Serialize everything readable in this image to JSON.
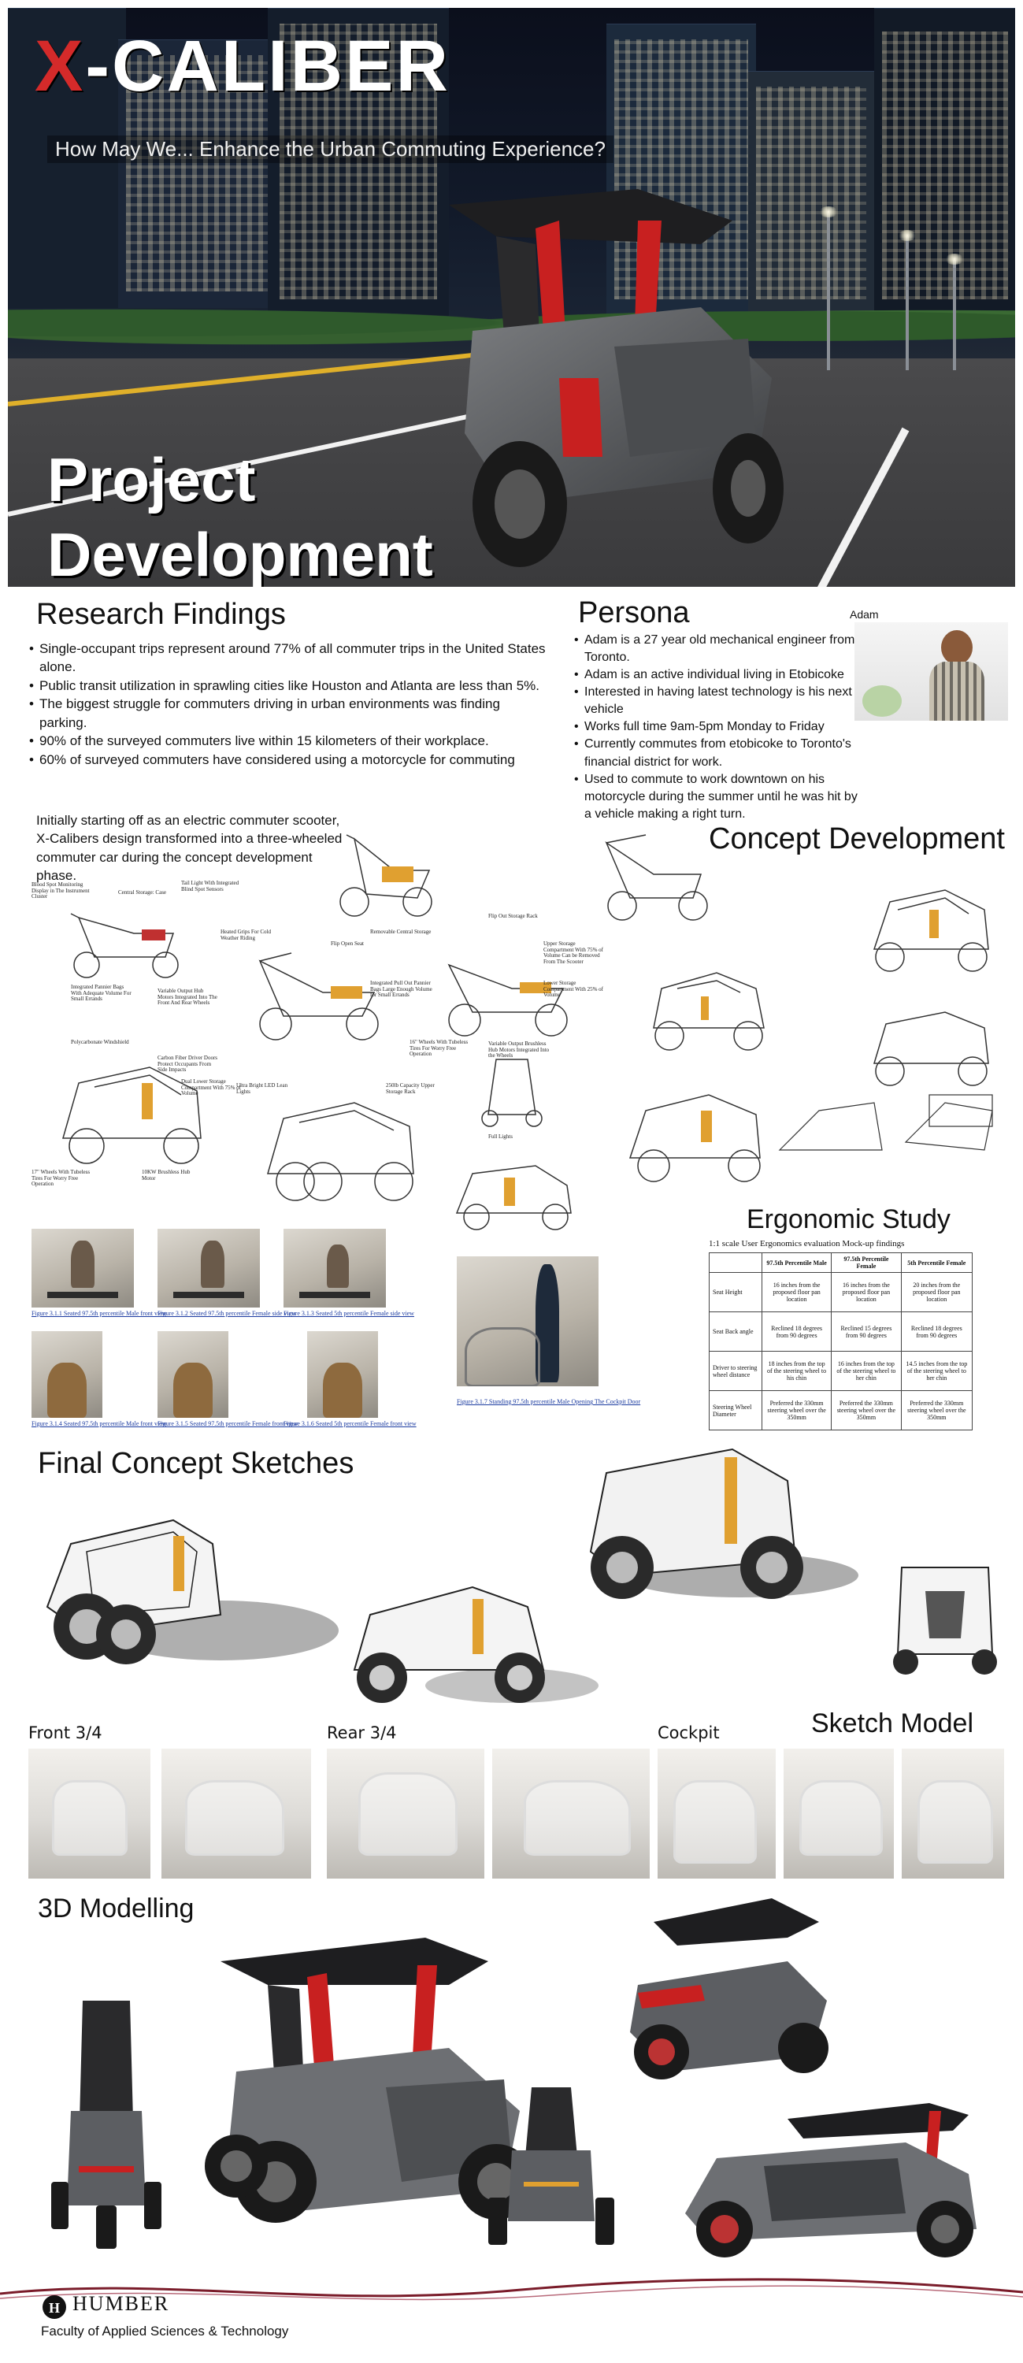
{
  "hero": {
    "title_x": "X",
    "title_rest": "-CALIBER",
    "tagline": "How May We... Enhance the Urban Commuting  Experience?",
    "project_line1": "Project",
    "project_line2": "Development"
  },
  "research": {
    "heading": "Research Findings",
    "bullets": [
      "Single-occupant trips represent around 77% of all commuter trips in the United States alone.",
      "Public transit utilization in sprawling cities like Houston and Atlanta are less than 5%.",
      "The biggest struggle for commuters driving in urban environments was finding parking.",
      "90% of the surveyed commuters live within 15 kilometers of their workplace.",
      "60% of surveyed commuters have considered using a motorcycle for commuting"
    ],
    "summary": "Initially starting off as an electric commuter scooter, X-Calibers design transformed into a three-wheeled commuter car during the concept development phase."
  },
  "persona": {
    "heading": "Persona",
    "name": "Adam",
    "bullets": [
      "Adam is a 27 year old mechanical engineer from Toronto.",
      "Adam is an active individual living in Etobicoke",
      "Interested in having latest technology is his next vehicle",
      "Works full time 9am-5pm Monday to Friday",
      "Currently commutes from etobicoke to Toronto's financial district for work.",
      "Used to commute to work downtown on his motorcycle during the summer until he was hit by a vehicle making a right turn."
    ]
  },
  "concept": {
    "heading": "Concept Development",
    "notes": [
      "Blood Spot Monitoring Display in The Instrument Cluster",
      "Tail Light With Integrated Blind Spot Sensors",
      "Central Storage: Case",
      "Integrated Pannier Bags With Adequate Volume For Small Errands",
      "Variable Output Hub Motors Integrated Into The Front And Rear Wheels",
      "Heated Grips For Cold Weather Riding",
      "Removable Central Storage",
      "Flip Open Seat",
      "Integrated Pull Out Pannier Bags Large Enough Volume for Small Errands",
      "Upper Storage Compartment With 75% of Volume Can be Removed From The Scooter",
      "Lower Storage Compartment With 25% of Volume",
      "Variable Output Brushless Hub Motors Integrated Into the Wheels",
      "Polycarbonate Windshield",
      "Carbon Fiber Driver Doors Protect Occupants From Side Impacts",
      "Dual Lower Storage Compartment With 75% of Volume",
      "17\" Wheels With Tubeless Tires For Worry Free Operation",
      "10KW Brushless Hub Motor",
      "Ultra Bright LED Lean Lights",
      "250lb Capacity Upper Storage Rack",
      "16\" Wheels With Tubeless Tires For Worry Free Operation",
      "Full Lights",
      "Flip Out Storage Rack"
    ]
  },
  "process_photos": {
    "captions": [
      "Figure 3.1.1 Seated 97.5th percentile Male front view",
      "Figure 3.1.2 Seated 97.5th percentile Female side view",
      "Figure 3.1.3 Seated 5th percentile Female side view",
      "Figure 3.1.4 Seated 97.5th percentile Male front view",
      "Figure 3.1.5 Seated 97.5th percentile Female front view",
      "Figure 3.1.6 Seated 5th percentile Female front view",
      "Figure 3.1.7 Standing 97.5th percentile Male Opening The Cockpit Door"
    ]
  },
  "ergonomic": {
    "heading": "Ergonomic Study",
    "subtitle": "1:1 scale User Ergonomics evaluation Mock-up findings",
    "columns": [
      "",
      "97.5th Percentile Male",
      "97.5th Percentile Female",
      "5th Percentile Female"
    ],
    "rows": [
      [
        "Seat Height",
        "16 inches from the proposed floor pan location",
        "16 inches from the proposed floor pan location",
        "20 inches from the proposed floor pan location"
      ],
      [
        "Seat Back angle",
        "Reclined 18 degrees from 90 degrees",
        "Reclined 15 degrees from 90 degrees",
        "Reclined 18 degrees from 90 degrees"
      ],
      [
        "Driver to steering wheel distance",
        "18 inches from the top of the steering wheel to his chin",
        "16 inches from the top of the steering wheel to her chin",
        "14.5 inches from the top of the steering wheel to her chin"
      ],
      [
        "Steering Wheel Diameter",
        "Preferred the 330mm steering wheel over the 350mm",
        "Preferred the 330mm steering wheel over the 350mm",
        "Preferred the 330mm steering wheel over the 350mm"
      ]
    ]
  },
  "final": {
    "heading": "Final Concept Sketches"
  },
  "sketch_model": {
    "heading": "Sketch Model",
    "label_front": "Front 3/4",
    "label_rear": "Rear 3/4",
    "label_cockpit": "Cockpit"
  },
  "modelling": {
    "heading": "3D Modelling"
  },
  "footer": {
    "brand": "HUMBER",
    "faculty": "Faculty of Applied Sciences & Technology"
  },
  "colors": {
    "accent_red": "#d42a2a",
    "body_grey": "#5f6165",
    "dark": "#1a1a1a",
    "wave": "#7a1c2a"
  }
}
